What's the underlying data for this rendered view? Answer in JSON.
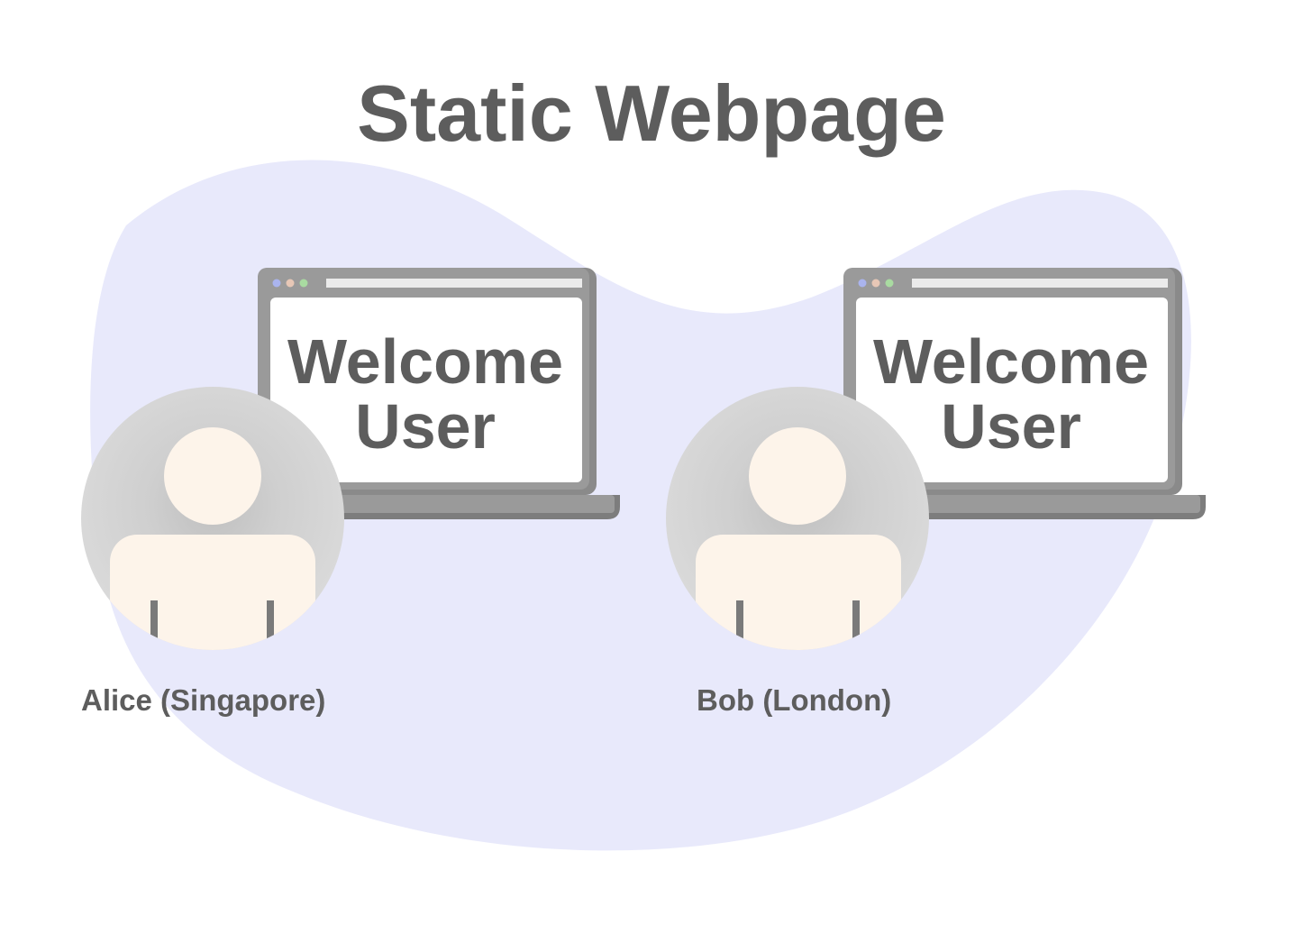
{
  "title": "Static Webpage",
  "screen_text": {
    "line1": "Welcome",
    "line2": "User"
  },
  "users": [
    {
      "label": "Alice (Singapore)"
    },
    {
      "label": "Bob (London)"
    }
  ],
  "colors": {
    "blob": "#e8e9fb",
    "text": "#5d5d5d",
    "laptop_frame": "#9a9a9a",
    "laptop_dark": "#7d7d7d",
    "avatar_bg": "#d4d4d4",
    "person": "#fdf4ea",
    "dot_blue": "#aab4ee",
    "dot_peach": "#e7c7b6",
    "dot_green": "#a9dba1"
  }
}
